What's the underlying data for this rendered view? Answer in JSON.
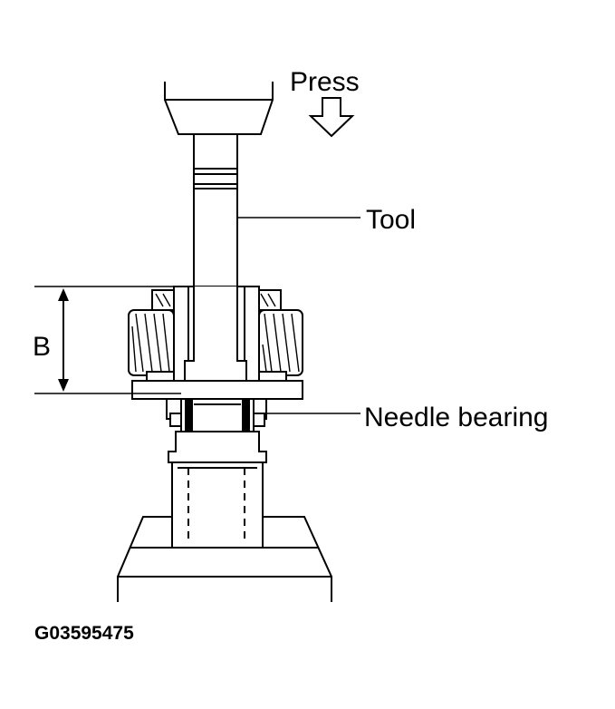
{
  "labels": {
    "press": "Press",
    "tool": "Tool",
    "dimension": "B",
    "needle_bearing": "Needle bearing",
    "figure_id": "G03595475"
  },
  "colors": {
    "line": "#000000",
    "background": "#ffffff"
  },
  "icons": {
    "press_direction": "arrow-down-outline-icon"
  }
}
